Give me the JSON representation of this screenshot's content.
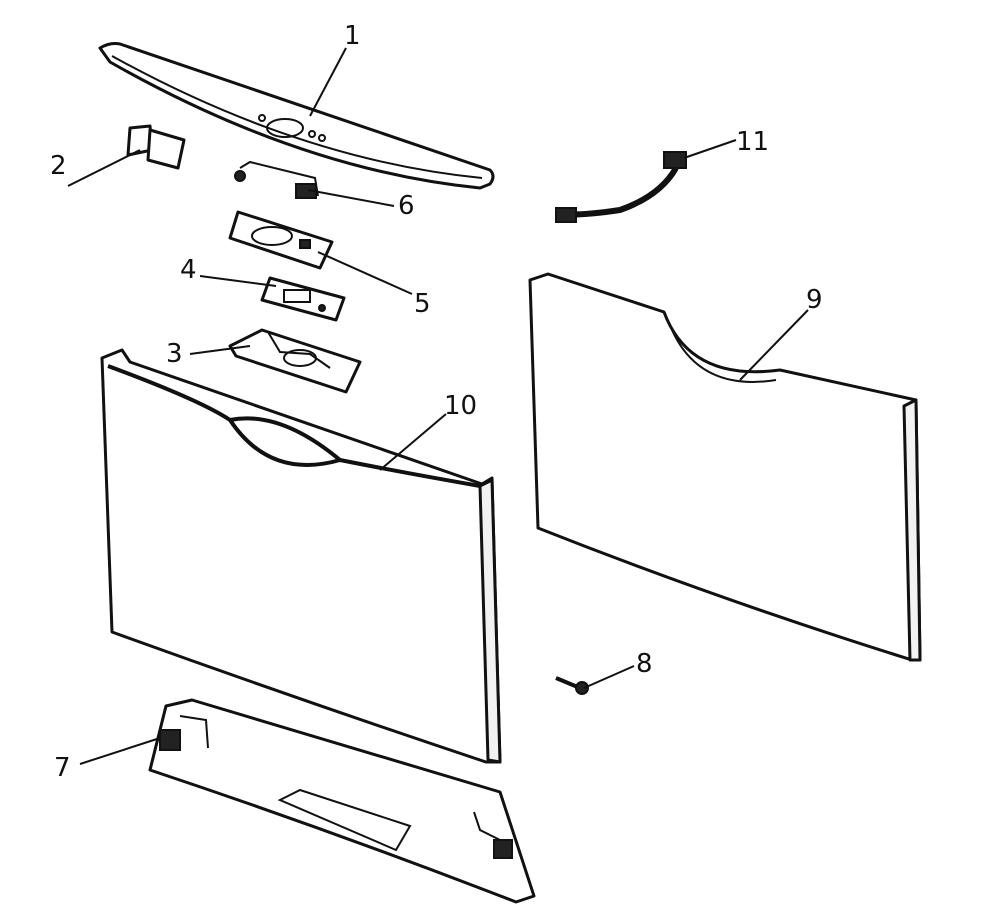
{
  "callouts": {
    "c1": "1",
    "c2": "2",
    "c3": "3",
    "c4": "4",
    "c5": "5",
    "c6": "6",
    "c7": "7",
    "c8": "8",
    "c9": "9",
    "c10": "10",
    "c11": "11"
  },
  "colors": {
    "line": "#111111",
    "fill": "#ffffff"
  }
}
